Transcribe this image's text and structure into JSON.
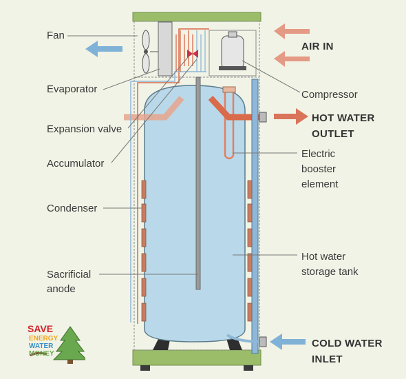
{
  "labels": {
    "fan": "Fan",
    "evaporator": "Evaporator",
    "expansion_valve": "Expansion valve",
    "accumulator": "Accumulator",
    "condenser": "Condenser",
    "sacrificial_anode": [
      "Sacrificial",
      "anode"
    ],
    "air_in": "AIR IN",
    "compressor": "Compressor",
    "hot_water_outlet": [
      "HOT WATER",
      "OUTLET"
    ],
    "electric_booster_element": [
      "Electric",
      "booster",
      "element"
    ],
    "hot_water_storage_tank": [
      "Hot water",
      "storage tank"
    ],
    "cold_water_inlet": [
      "COLD WATER",
      "INLET"
    ]
  },
  "logo": {
    "lines": [
      "SAVE",
      "ENERGY",
      "WATER",
      "MONEY"
    ],
    "colors": [
      "#d2232a",
      "#f2a51c",
      "#3a8fc4",
      "#6aa84f"
    ],
    "tree_icon": "pine-tree-icon"
  },
  "colors": {
    "background": "#f1f3e6",
    "tank_fill": "#b9d9ea",
    "hot_pipe": "#d96a4a",
    "cold_pipe": "#8fb8d8",
    "condenser_coil": "#c87c5f",
    "base_plate": "#9bbd6a",
    "arrow_air_in": "#e49a85",
    "arrow_air_out": "#7fb2d6",
    "arrow_hot_out": "#d9745a",
    "arrow_cold_in": "#7fb2d6"
  }
}
